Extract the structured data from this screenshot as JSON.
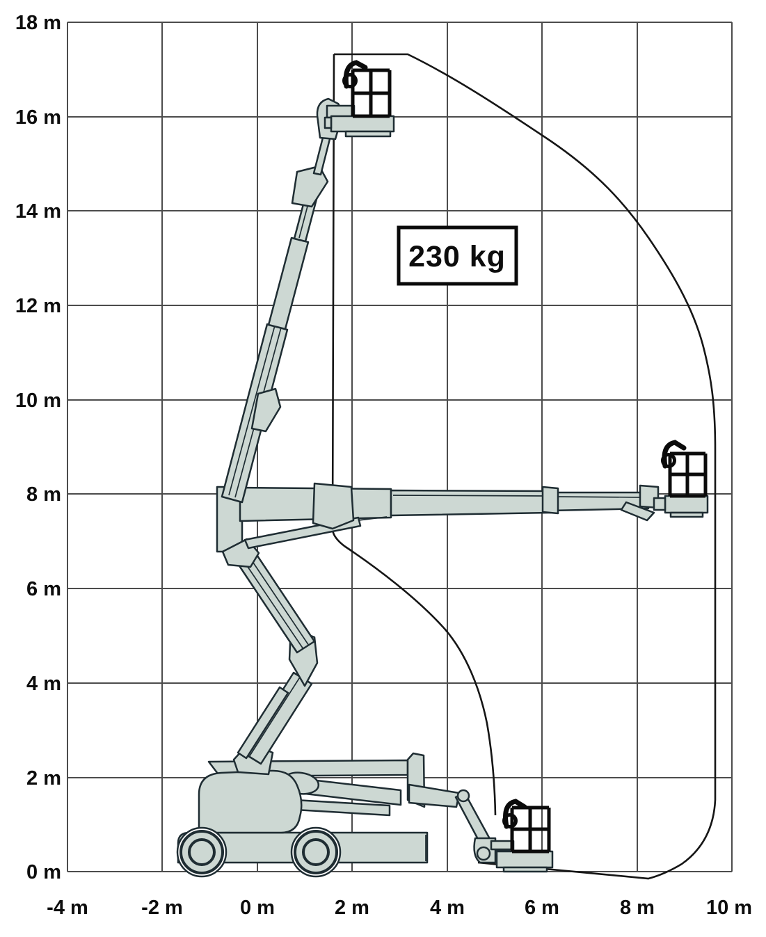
{
  "figure": {
    "capacity_label": "230 kg",
    "description": "Articulated boom lift working envelope diagram with three platform positions"
  },
  "axes": {
    "y_unit": "m",
    "x_unit": "m",
    "y_ticks": [
      "18 m",
      "16 m",
      "14 m",
      "12 m",
      "10 m",
      "8 m",
      "6 m",
      "4 m",
      "2 m",
      "0 m"
    ],
    "x_ticks": [
      "-4 m",
      "-2 m",
      "0 m",
      "2 m",
      "4 m",
      "6 m",
      "8 m",
      "10 m"
    ]
  },
  "chart_data": {
    "type": "diagram",
    "x_range_m": [
      -4,
      10
    ],
    "y_range_m": [
      0,
      18
    ],
    "grid_step_m": 2,
    "capacity_kg": 230,
    "envelope_outer_m": [
      [
        1.6,
        17.3
      ],
      [
        3.2,
        17.3
      ],
      [
        6.1,
        15.6
      ],
      [
        8.3,
        13.4
      ],
      [
        9.6,
        9.0
      ],
      [
        9.6,
        1.5
      ],
      [
        8.2,
        -0.1
      ],
      [
        4.6,
        0.2
      ]
    ],
    "envelope_inner_m": [
      [
        1.6,
        17.3
      ],
      [
        1.6,
        7.2
      ],
      [
        4.0,
        5.1
      ],
      [
        4.9,
        3.0
      ],
      [
        5.0,
        1.2
      ]
    ],
    "machine_positions": [
      "stowed-low-outreach",
      "horizontal-outreach-8m",
      "fully-raised-16m"
    ]
  }
}
